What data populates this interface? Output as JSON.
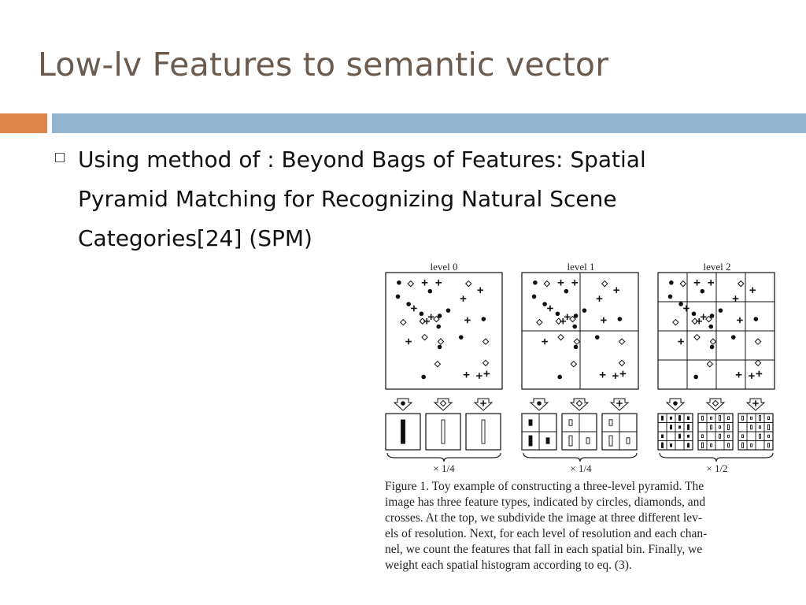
{
  "slide": {
    "title": "Low-lv Features to semantic vector",
    "bullet_lines": [
      "Using method of : Beyond Bags of Features: Spatial",
      "Pyramid Matching for Recognizing Natural Scene",
      "Categories[24]  (SPM)"
    ]
  },
  "figure": {
    "level_labels": [
      "level 0",
      "level 1",
      "level 2"
    ],
    "weight_labels": [
      "× 1/4",
      "× 1/4",
      "× 1/2"
    ],
    "caption_lines": [
      "Figure 1. Toy example of constructing a three-level pyramid. The",
      "image has three feature types, indicated by circles, diamonds, and",
      "crosses. At the top, we subdivide the image at three different lev-",
      "els of resolution. Next, for each level of resolution and each chan-",
      "nel, we count the features that fall in each spatial bin. Finally, we",
      "weight each spatial histogram according to eq. (3)."
    ],
    "feature_types": [
      "circle",
      "diamond",
      "cross"
    ]
  },
  "colors": {
    "title": "#6b5a4e",
    "accent_orange": "#dd8448",
    "accent_blue": "#93b4cf"
  }
}
